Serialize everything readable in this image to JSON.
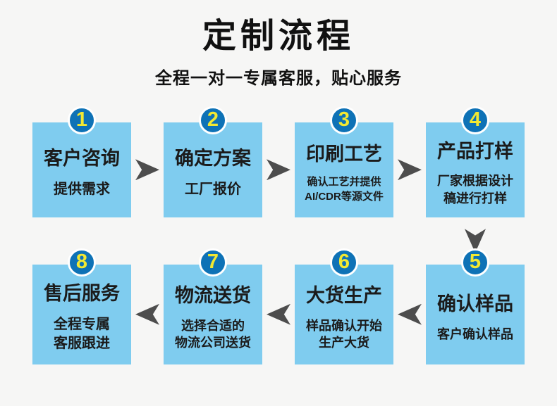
{
  "header": {
    "title": "定制流程",
    "subtitle": "全程一对一专属客服，贴心服务"
  },
  "steps": [
    {
      "number": "1",
      "title": "客户咨询",
      "desc": "提供需求"
    },
    {
      "number": "2",
      "title": "确定方案",
      "desc": "工厂报价"
    },
    {
      "number": "3",
      "title": "印刷工艺",
      "desc": "确认工艺并提供\nAI/CDR等源文件"
    },
    {
      "number": "4",
      "title": "产品打样",
      "desc": "厂家根据设计\n稿进行打样"
    },
    {
      "number": "5",
      "title": "确认样品",
      "desc": "客户确认样品"
    },
    {
      "number": "6",
      "title": "大货生产",
      "desc": "样品确认开始\n生产大货"
    },
    {
      "number": "7",
      "title": "物流送货",
      "desc": "选择合适的\n物流公司送货"
    },
    {
      "number": "8",
      "title": "售后服务",
      "desc": "全程专属\n客服跟进"
    }
  ],
  "colors": {
    "bg": "#f6f6f5",
    "box": "#7fccef",
    "badge": "#0e72b6",
    "ring": "#ffffff",
    "number": "#f2e832",
    "text": "#1b1b1b",
    "arrow": "#4d4d4d"
  }
}
